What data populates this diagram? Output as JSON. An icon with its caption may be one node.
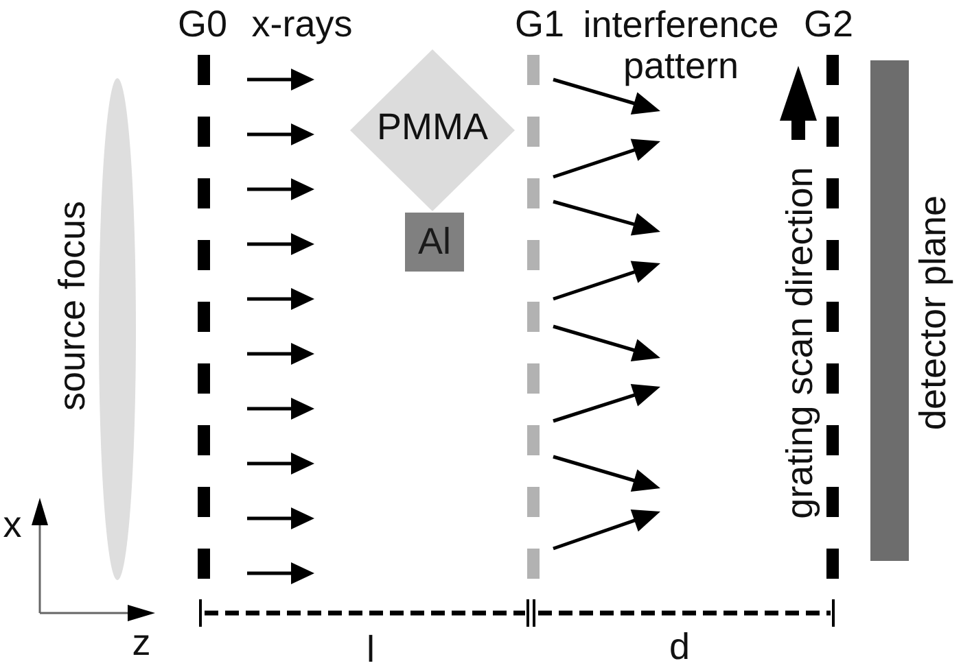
{
  "diagram": {
    "nodes": [
      {
        "text": [
          "source focus"
        ]
      },
      {
        "text": [
          "G0"
        ]
      },
      {
        "text": [
          "PMMA"
        ]
      },
      {
        "text": [
          "Al"
        ]
      },
      {
        "text": [
          "G1"
        ]
      },
      {
        "text": [
          "G2"
        ]
      },
      {
        "text": [
          "detector plane"
        ]
      }
    ],
    "labels": [
      "x-rays",
      "interference pattern",
      "grating scan direction",
      "x",
      "z",
      "l",
      "d"
    ]
  }
}
